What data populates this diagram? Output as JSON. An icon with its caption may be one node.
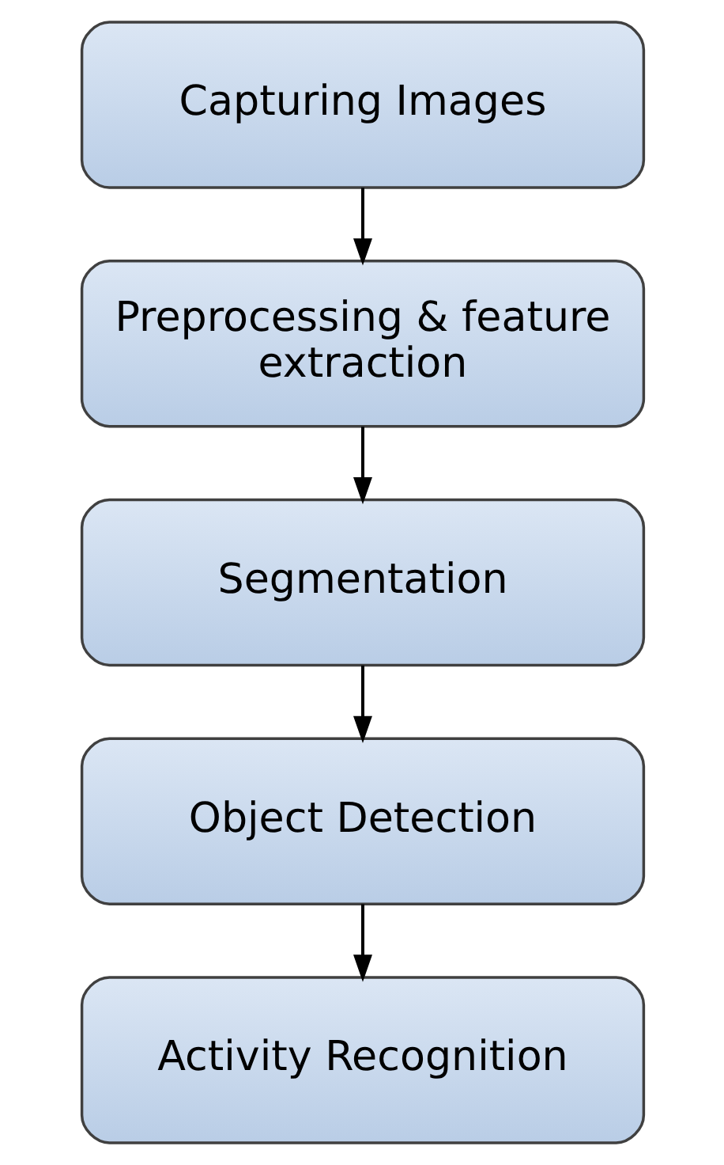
{
  "diagram": {
    "nodes": [
      {
        "text": [
          "Capturing Images"
        ]
      },
      {
        "text": [
          "Preprocessing & feature extraction"
        ]
      },
      {
        "text": [
          "Segmentation"
        ]
      },
      {
        "text": [
          "Object Detection"
        ]
      },
      {
        "text": [
          "Activity Recognition"
        ]
      }
    ],
    "edges": [
      {
        "from": 0,
        "to": 1,
        "arrow": "to"
      },
      {
        "from": 1,
        "to": 2,
        "arrow": "to"
      },
      {
        "from": 2,
        "to": 3,
        "arrow": "to"
      },
      {
        "from": 3,
        "to": 4,
        "arrow": "to"
      }
    ]
  }
}
